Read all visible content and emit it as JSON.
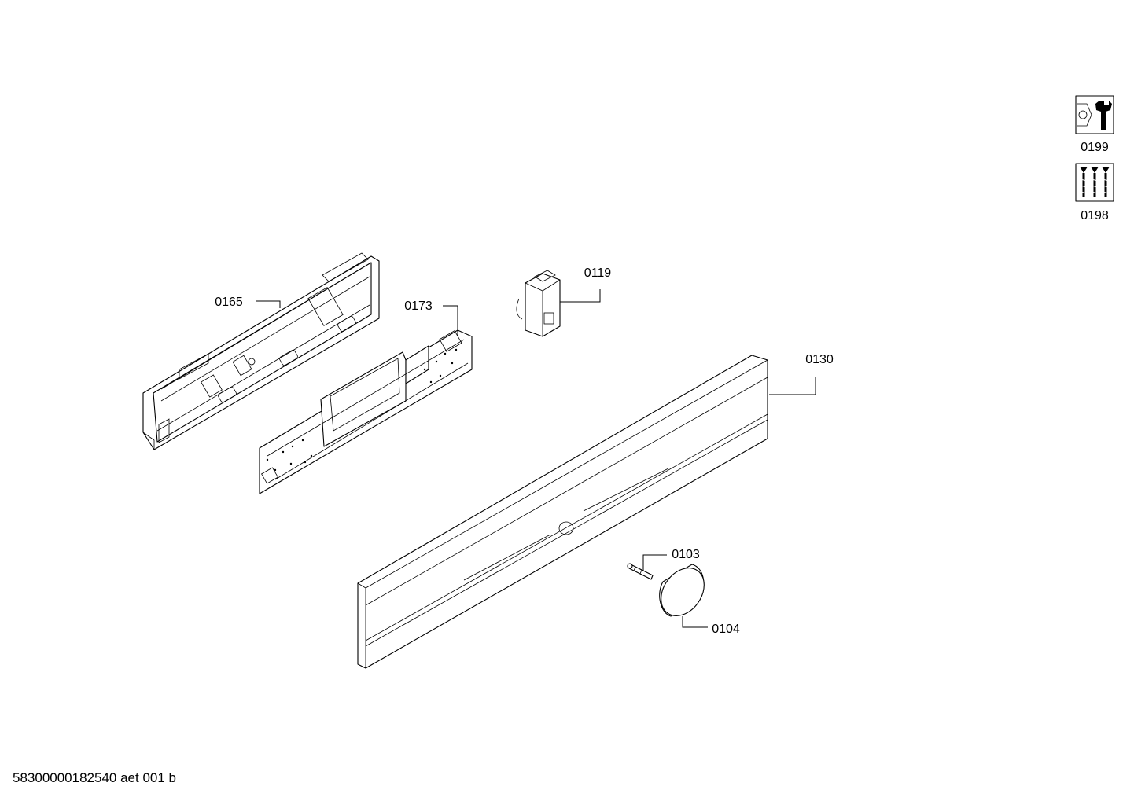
{
  "parts": [
    {
      "id": "0165",
      "name": "part-0165",
      "icon": "control-panel-frame"
    },
    {
      "id": "0173",
      "name": "part-0173",
      "icon": "circuit-board"
    },
    {
      "id": "0119",
      "name": "part-0119",
      "icon": "relay-module"
    },
    {
      "id": "0130",
      "name": "part-0130",
      "icon": "fascia-panel"
    },
    {
      "id": "0103",
      "name": "part-0103",
      "icon": "shaft-pin"
    },
    {
      "id": "0104",
      "name": "part-0104",
      "icon": "knob"
    }
  ],
  "accessories": [
    {
      "id": "0199",
      "icon": "tool-wrench-icon"
    },
    {
      "id": "0198",
      "icon": "screws-icon"
    }
  ],
  "footer": "58300000182540 aet 001 b"
}
